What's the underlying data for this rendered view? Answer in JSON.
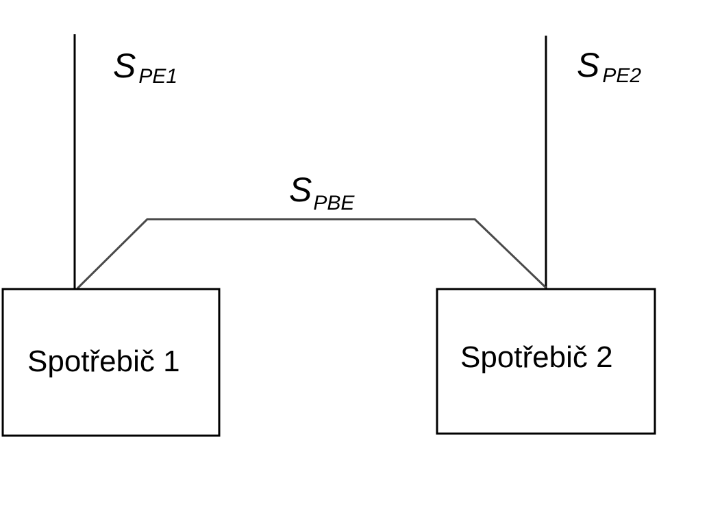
{
  "diagram": {
    "conductors": {
      "pe1": {
        "main": "S",
        "sub": "PE1"
      },
      "pe2": {
        "main": "S",
        "sub": "PE2"
      },
      "pbe": {
        "main": "S",
        "sub": "PBE"
      }
    },
    "devices": {
      "device1": {
        "label": "Spotřebič 1"
      },
      "device2": {
        "label": "Spotřebič 2"
      }
    }
  }
}
